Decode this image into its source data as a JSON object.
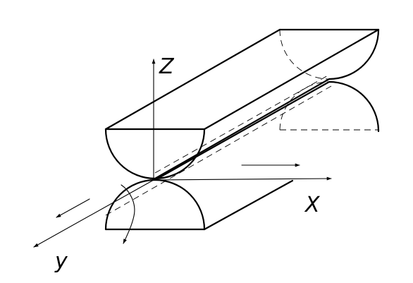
{
  "axes": {
    "z_label": "Z",
    "x_label": "X",
    "y_label": "y"
  },
  "colors": {
    "line": "#000000",
    "background": "#ffffff"
  }
}
